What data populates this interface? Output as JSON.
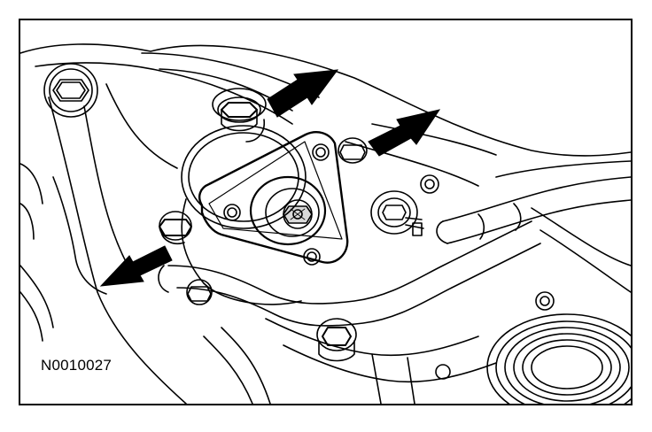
{
  "figure": {
    "caption": "N0010027",
    "callouts": [
      "arrow-upper-bolt",
      "arrow-right-bolt",
      "arrow-lower-left-bolt"
    ],
    "colors": {
      "line": "#000000",
      "background": "#ffffff",
      "arrow": "#000000"
    }
  }
}
